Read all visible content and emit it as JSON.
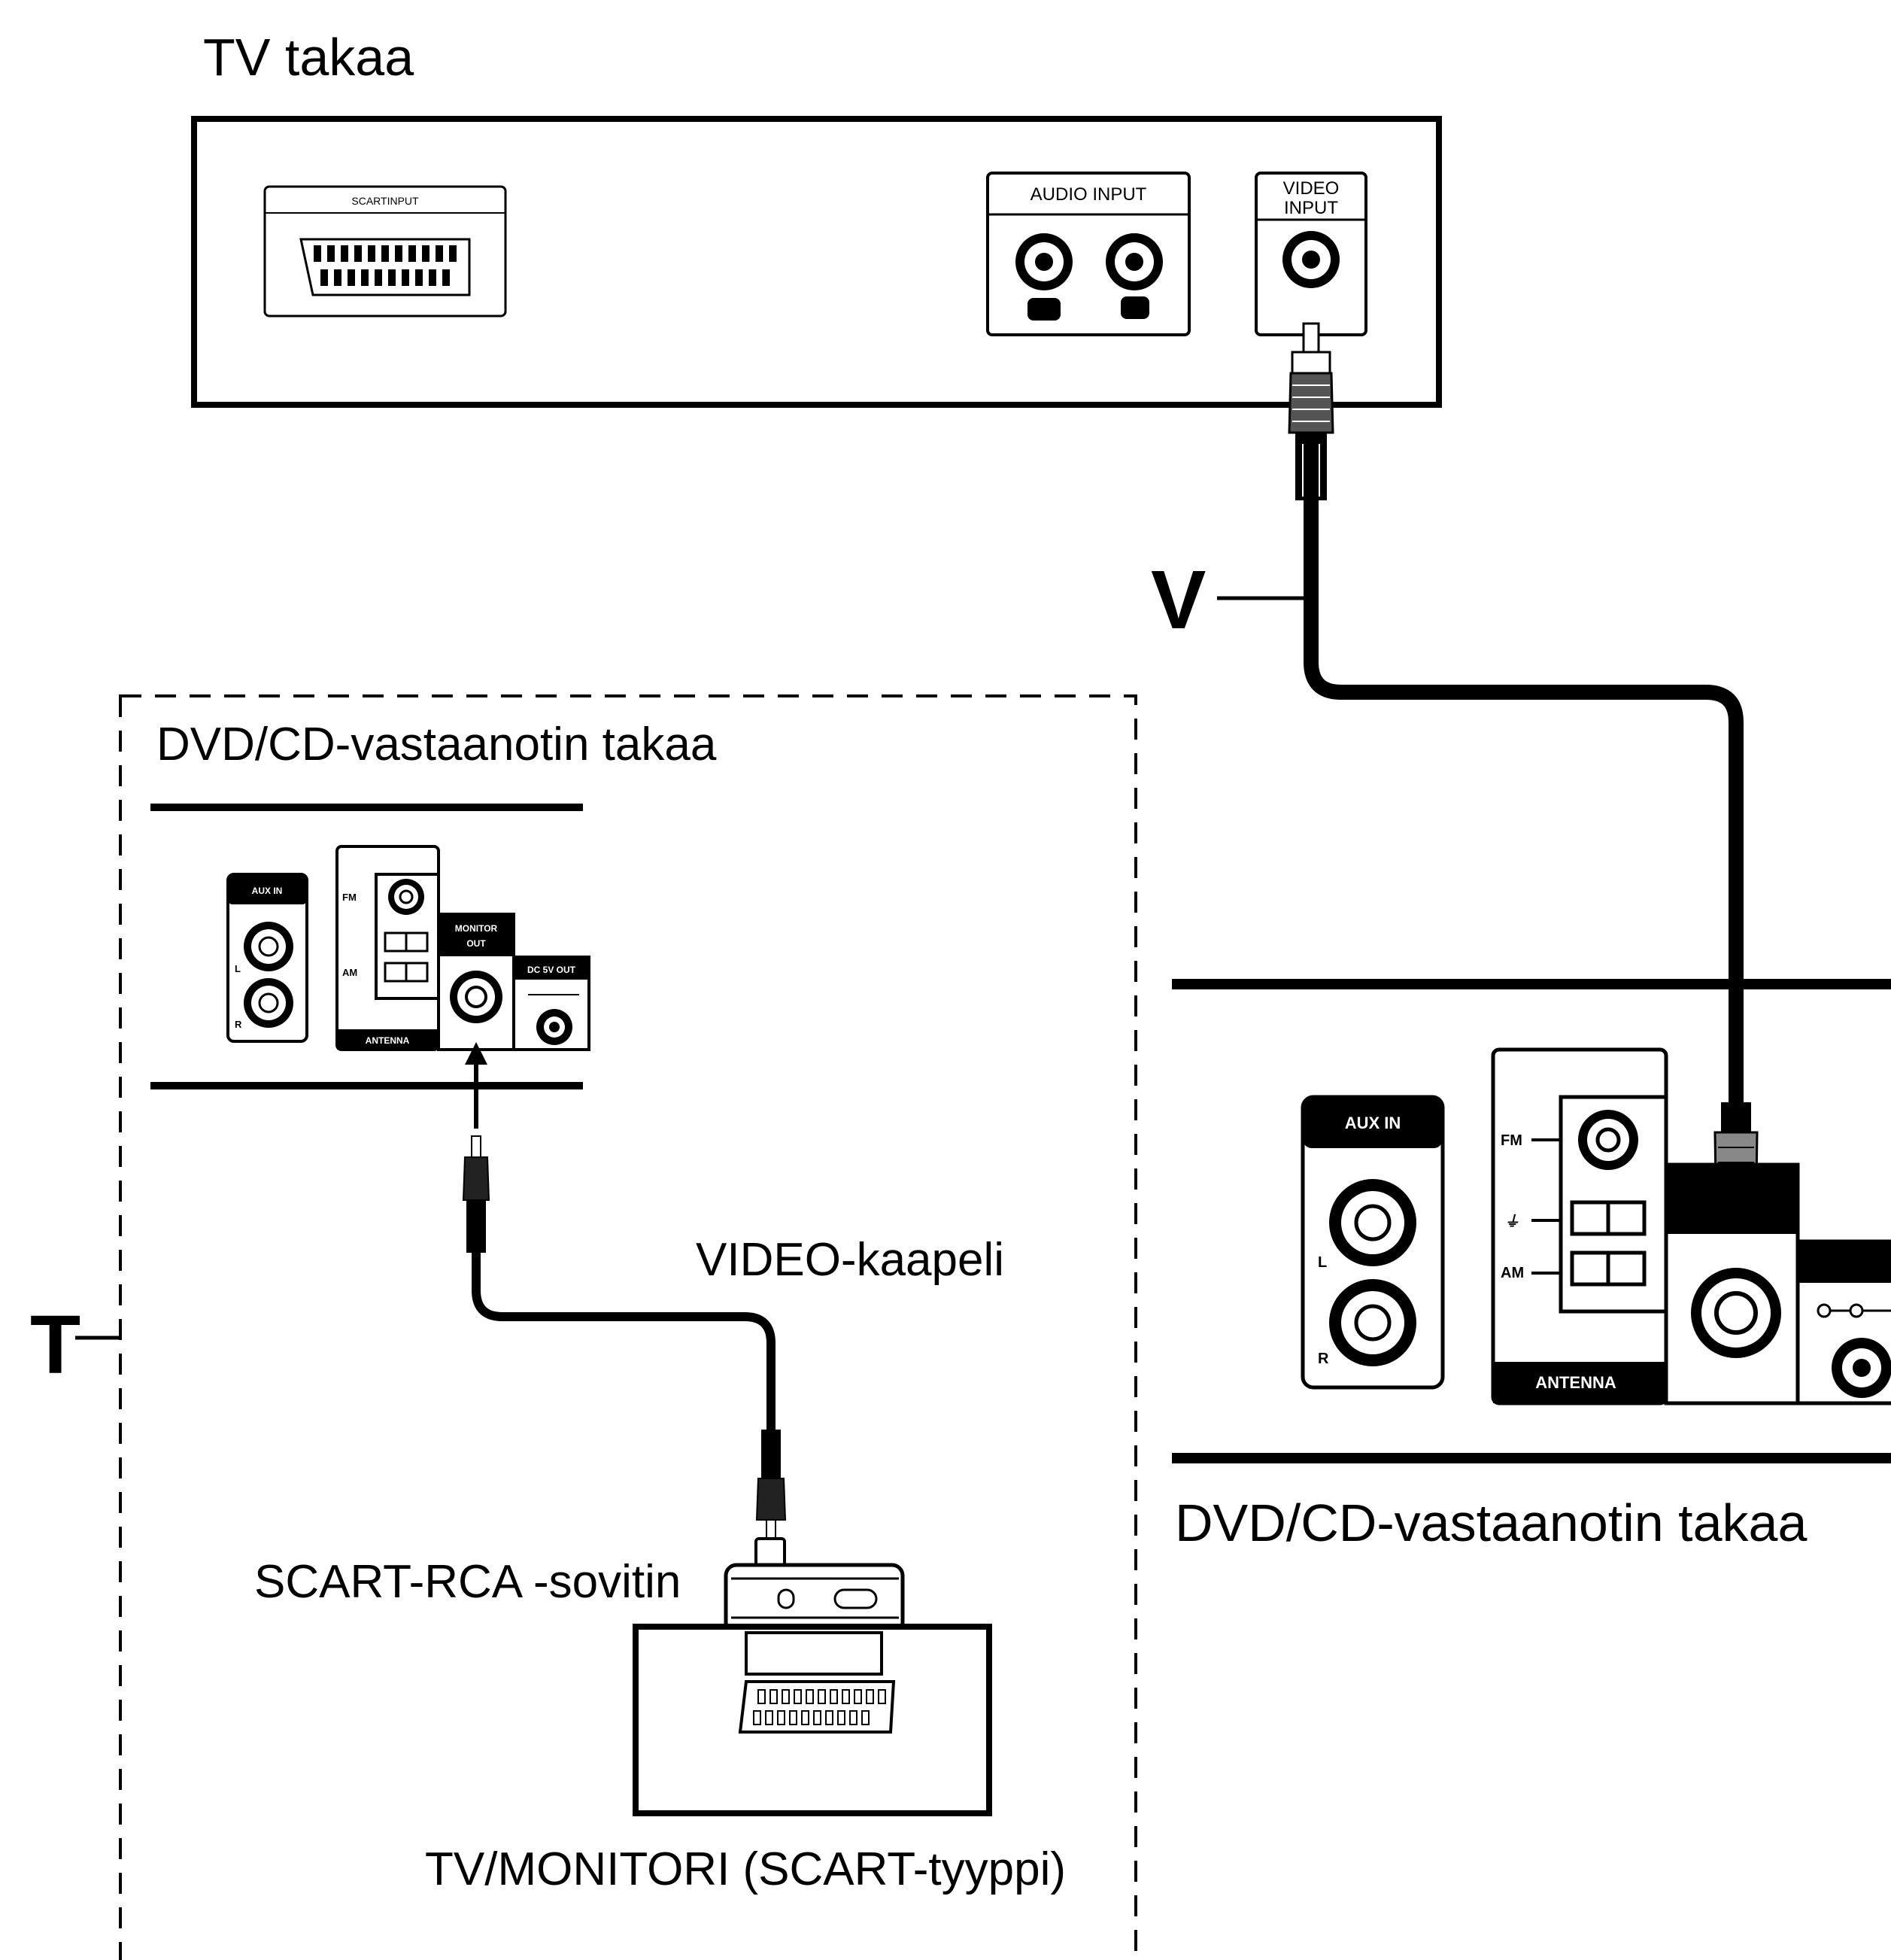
{
  "labels": {
    "tv_back": "TV takaa",
    "scart_input": "SCARTINPUT",
    "audio_input": "AUDIO INPUT",
    "video_input_line1": "VIDEO",
    "video_input_line2": "INPUT",
    "v_marker": "V",
    "t_marker": "T",
    "dvd_back_inset": "DVD/CD-vastaanotin takaa",
    "dvd_back_main": "DVD/CD-vastaanotin takaa",
    "video_cable": "VIDEO-kaapeli",
    "scart_rca_adapter": "SCART-RCA -sovitin",
    "tv_monitor": "TV/MONITORI (SCART-tyyppi)",
    "fm": "FM",
    "am": "AM",
    "antenna": "ANTENNA",
    "jack_l": "L",
    "jack_r": "R",
    "monitor_out_line1": "MONITOR",
    "monitor_out_line2": "OUT",
    "dc_out": "DC 5V OUT",
    "aux_in": "AUX IN"
  }
}
